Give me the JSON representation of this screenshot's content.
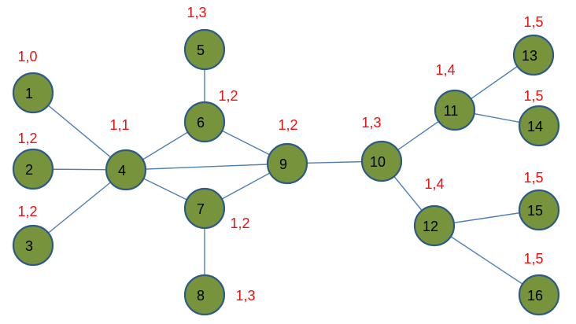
{
  "colors": {
    "node_fill": "#77933c",
    "node_stroke": "#2e5a86",
    "edge": "#4f7fb3",
    "value_text": "#ee1111"
  },
  "nodes": [
    {
      "id": "1",
      "label": "1",
      "value": "1,0"
    },
    {
      "id": "2",
      "label": "2",
      "value": "1,2"
    },
    {
      "id": "3",
      "label": "3",
      "value": "1,2"
    },
    {
      "id": "4",
      "label": "4",
      "value": "1,1"
    },
    {
      "id": "5",
      "label": "5",
      "value": "1,3"
    },
    {
      "id": "6",
      "label": "6",
      "value": "1,2"
    },
    {
      "id": "7",
      "label": "7",
      "value": "1,2"
    },
    {
      "id": "8",
      "label": "8",
      "value": "1,3"
    },
    {
      "id": "9",
      "label": "9",
      "value": "1,2"
    },
    {
      "id": "10",
      "label": "10",
      "value": "1,3"
    },
    {
      "id": "11",
      "label": "11",
      "value": "1,4"
    },
    {
      "id": "12",
      "label": "12",
      "value": "1,4"
    },
    {
      "id": "13",
      "label": "13",
      "value": "1,5"
    },
    {
      "id": "14",
      "label": "14",
      "value": "1,5"
    },
    {
      "id": "15",
      "label": "15",
      "value": "1,5"
    },
    {
      "id": "16",
      "label": "16",
      "value": "1,5"
    }
  ],
  "edges": [
    [
      "1",
      "4"
    ],
    [
      "2",
      "4"
    ],
    [
      "3",
      "4"
    ],
    [
      "4",
      "6"
    ],
    [
      "4",
      "7"
    ],
    [
      "4",
      "9"
    ],
    [
      "5",
      "6"
    ],
    [
      "6",
      "9"
    ],
    [
      "7",
      "9"
    ],
    [
      "7",
      "8"
    ],
    [
      "9",
      "10"
    ],
    [
      "10",
      "11"
    ],
    [
      "10",
      "12"
    ],
    [
      "11",
      "13"
    ],
    [
      "11",
      "14"
    ],
    [
      "12",
      "15"
    ],
    [
      "12",
      "16"
    ]
  ]
}
